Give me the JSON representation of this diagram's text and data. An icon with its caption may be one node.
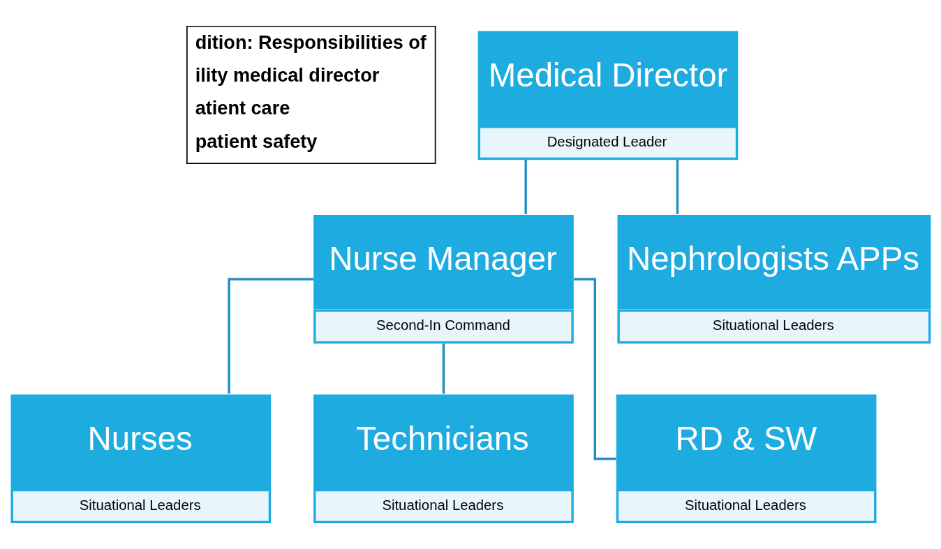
{
  "diagram": {
    "nodes": [
      {
        "text": [
          "Medical Director",
          "Designated Leader"
        ]
      },
      {
        "text": [
          "Nurse Manager",
          "Second-In Command"
        ]
      },
      {
        "text": [
          "Nephrologists APPs",
          "Situational Leaders"
        ]
      },
      {
        "text": [
          "Nurses",
          "Situational Leaders"
        ]
      },
      {
        "text": [
          "Technicians",
          "Situational Leaders"
        ]
      },
      {
        "text": [
          "RD & SW",
          "Situational Leaders"
        ]
      }
    ],
    "edges": [
      {
        "from": 0,
        "to": 1,
        "arrow": "none"
      },
      {
        "from": 0,
        "to": 2,
        "arrow": "none"
      },
      {
        "from": 1,
        "to": 3,
        "arrow": "none"
      },
      {
        "from": 1,
        "to": 4,
        "arrow": "none"
      },
      {
        "from": 1,
        "to": 5,
        "arrow": "none"
      }
    ],
    "labels": [
      "dition: Responsibilities of",
      "ility medical director",
      "atient care",
      "patient safety"
    ]
  }
}
